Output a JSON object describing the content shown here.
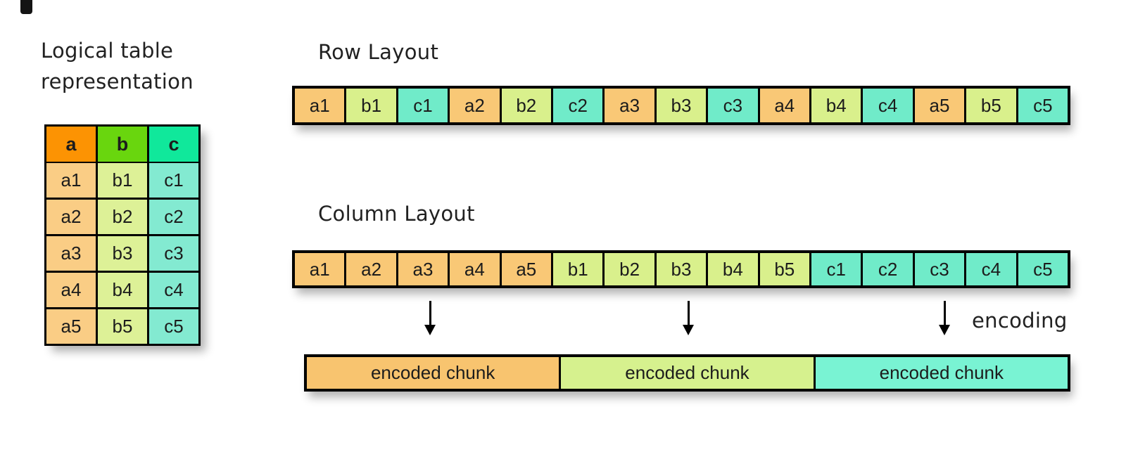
{
  "palette": {
    "a_header": "#FC9303",
    "b_header": "#69D60E",
    "c_header": "#10E89B",
    "a_body": "#FACD85",
    "b_body": "#DDF197",
    "c_body": "#83EAD1",
    "a_light": "#F9C876",
    "b_light": "#D9F08C",
    "c_light": "#70EBC9",
    "chunk_a": "#F8C46F",
    "chunk_b": "#D6F18E",
    "chunk_c": "#79F3D3",
    "border": "#000000",
    "text": "#1c1c1c"
  },
  "icons": {
    "down_arrow": "css-shape: vertical shaft + solid triangle head, black"
  },
  "logical_table": {
    "title": "Logical table representation",
    "columns": [
      {
        "header": "a",
        "header_color_key": "a_header",
        "cell_color_key": "a_body",
        "cells": [
          "a1",
          "a2",
          "a3",
          "a4",
          "a5"
        ]
      },
      {
        "header": "b",
        "header_color_key": "b_header",
        "cell_color_key": "b_body",
        "cells": [
          "b1",
          "b2",
          "b3",
          "b4",
          "b5"
        ]
      },
      {
        "header": "c",
        "header_color_key": "c_header",
        "cell_color_key": "c_body",
        "cells": [
          "c1",
          "c2",
          "c3",
          "c4",
          "c5"
        ]
      }
    ]
  },
  "row_layout": {
    "title": "Row Layout",
    "cells": [
      {
        "label": "a1",
        "color_key": "a_light"
      },
      {
        "label": "b1",
        "color_key": "b_light"
      },
      {
        "label": "c1",
        "color_key": "c_light"
      },
      {
        "label": "a2",
        "color_key": "a_light"
      },
      {
        "label": "b2",
        "color_key": "b_light"
      },
      {
        "label": "c2",
        "color_key": "c_light"
      },
      {
        "label": "a3",
        "color_key": "a_light"
      },
      {
        "label": "b3",
        "color_key": "b_light"
      },
      {
        "label": "c3",
        "color_key": "c_light"
      },
      {
        "label": "a4",
        "color_key": "a_light"
      },
      {
        "label": "b4",
        "color_key": "b_light"
      },
      {
        "label": "c4",
        "color_key": "c_light"
      },
      {
        "label": "a5",
        "color_key": "a_light"
      },
      {
        "label": "b5",
        "color_key": "b_light"
      },
      {
        "label": "c5",
        "color_key": "c_light"
      }
    ]
  },
  "column_layout": {
    "title": "Column Layout",
    "cells": [
      {
        "label": "a1",
        "color_key": "a_light"
      },
      {
        "label": "a2",
        "color_key": "a_light"
      },
      {
        "label": "a3",
        "color_key": "a_light"
      },
      {
        "label": "a4",
        "color_key": "a_light"
      },
      {
        "label": "a5",
        "color_key": "a_light"
      },
      {
        "label": "b1",
        "color_key": "b_light"
      },
      {
        "label": "b2",
        "color_key": "b_light"
      },
      {
        "label": "b3",
        "color_key": "b_light"
      },
      {
        "label": "b4",
        "color_key": "b_light"
      },
      {
        "label": "b5",
        "color_key": "b_light"
      },
      {
        "label": "c1",
        "color_key": "c_light"
      },
      {
        "label": "c2",
        "color_key": "c_light"
      },
      {
        "label": "c3",
        "color_key": "c_light"
      },
      {
        "label": "c4",
        "color_key": "c_light"
      },
      {
        "label": "c5",
        "color_key": "c_light"
      }
    ]
  },
  "encoding": {
    "label": "encoding",
    "chunks": [
      {
        "label": "encoded chunk",
        "color_key": "chunk_a"
      },
      {
        "label": "encoded chunk",
        "color_key": "chunk_b"
      },
      {
        "label": "encoded chunk",
        "color_key": "chunk_c"
      }
    ]
  }
}
